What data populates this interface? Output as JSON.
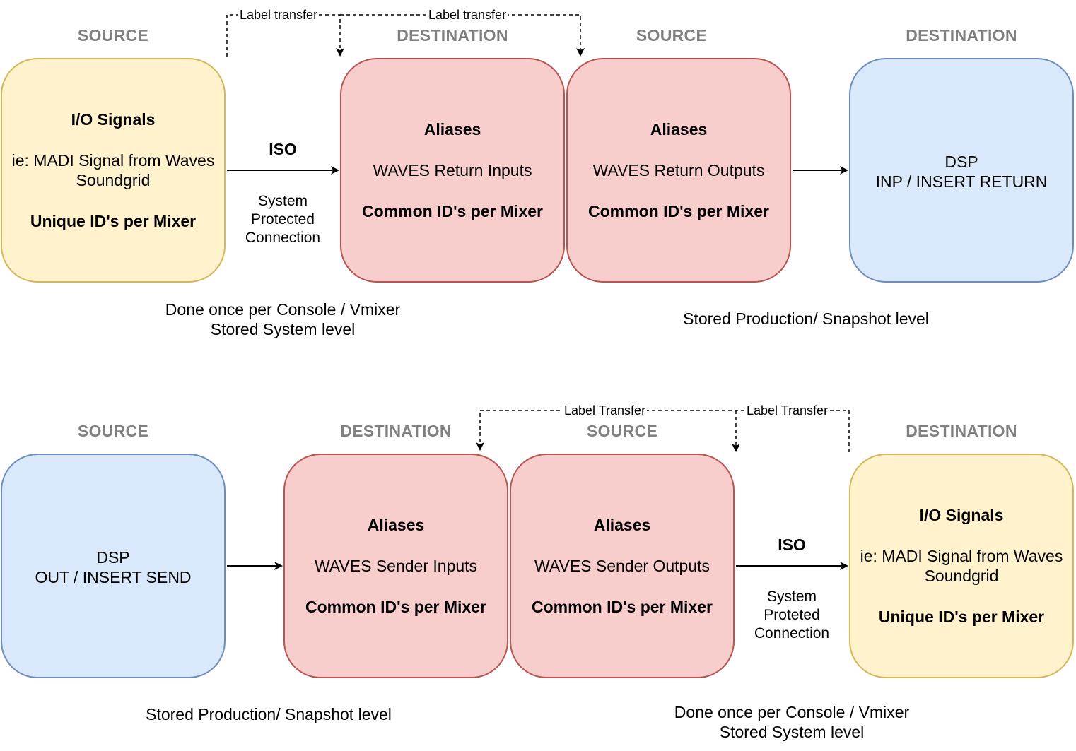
{
  "top": {
    "headers": {
      "src1": "SOURCE",
      "dst1": "DESTINATION",
      "src2": "SOURCE",
      "dst2": "DESTINATION"
    },
    "io_box": {
      "title": "I/O Signals",
      "line": "ie: MADI Signal from Waves Soundgrid",
      "ids": "Unique ID's per Mixer"
    },
    "alias_in": {
      "title": "Aliases",
      "line": "WAVES Return Inputs",
      "ids": "Common ID's per Mixer"
    },
    "alias_out": {
      "title": "Aliases",
      "line": "WAVES Return Outputs",
      "ids": "Common ID's per Mixer"
    },
    "dsp": {
      "line1": "DSP",
      "line2": "INP / INSERT RETURN"
    },
    "iso": "ISO",
    "connection": [
      "System",
      "Protected",
      "Connection"
    ],
    "label_transfer_1": "Label transfer",
    "label_transfer_2": "Label transfer",
    "note_left": [
      "Done once per Console / Vmixer",
      "Stored System level"
    ],
    "note_right": "Stored Production/ Snapshot level"
  },
  "bottom": {
    "headers": {
      "src1": "SOURCE",
      "dst1": "DESTINATION",
      "src2": "SOURCE",
      "dst2": "DESTINATION"
    },
    "dsp": {
      "line1": "DSP",
      "line2": "OUT / INSERT SEND"
    },
    "alias_in": {
      "title": "Aliases",
      "line": "WAVES Sender Inputs",
      "ids": "Common ID's per Mixer"
    },
    "alias_out": {
      "title": "Aliases",
      "line": "WAVES Sender Outputs",
      "ids": "Common ID's per Mixer"
    },
    "io_box": {
      "title": "I/O Signals",
      "line": "ie: MADI Signal from Waves Soundgrid",
      "ids": "Unique ID's per Mixer"
    },
    "iso": "ISO",
    "connection": [
      "System",
      "Proteted",
      "Connection"
    ],
    "label_transfer_1": "Label Transfer",
    "label_transfer_2": "Label Transfer",
    "note_left": "Stored Production/ Snapshot level",
    "note_right": [
      "Done once per Console / Vmixer",
      "Stored System level"
    ]
  },
  "colors": {
    "yellow_fill": "#fff2cc",
    "yellow_stroke": "#d6b656",
    "red_fill": "#f8cecc",
    "red_stroke": "#b85450",
    "blue_fill": "#dae8fc",
    "blue_stroke": "#6c8ebf",
    "header_gray": "#808080"
  }
}
